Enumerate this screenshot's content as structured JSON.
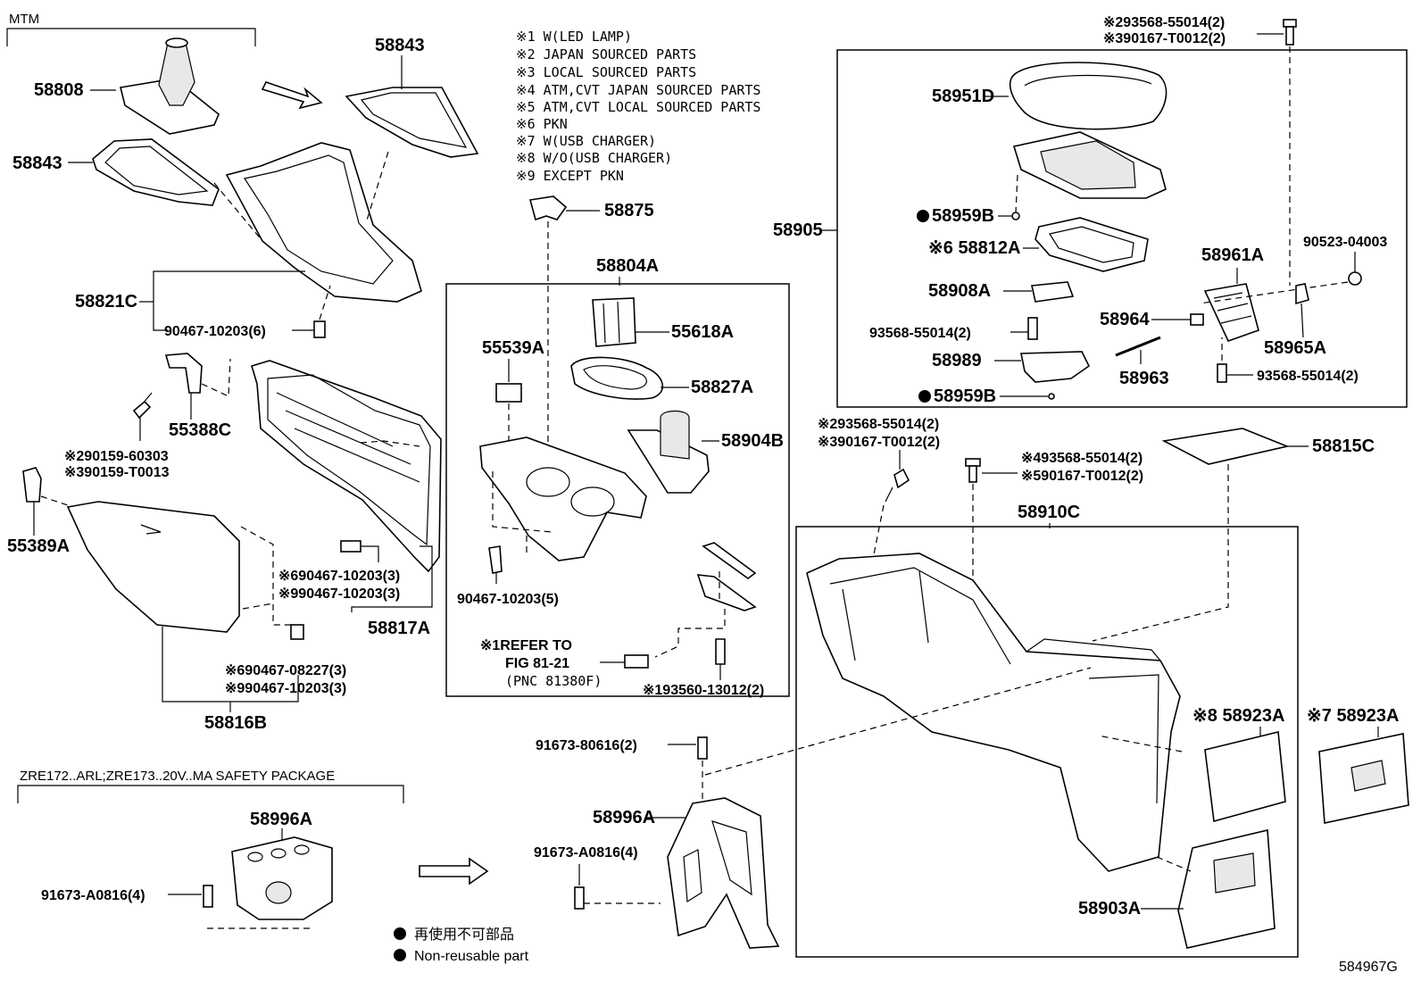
{
  "figure_code": "584967G",
  "group_labels": {
    "mtm": "MTM",
    "safety_package": "ZRE172..ARL;ZRE173..20V..MA SAFETY PACKAGE"
  },
  "notes": [
    "※1 W(LED LAMP)",
    "※2 JAPAN SOURCED PARTS",
    "※3 LOCAL SOURCED PARTS",
    "※4 ATM,CVT JAPAN SOURCED PARTS",
    "※5 ATM,CVT LOCAL SOURCED PARTS",
    "※6 PKN",
    "※7 W(USB CHARGER)",
    "※8 W/O(USB CHARGER)",
    "※9 EXCEPT PKN"
  ],
  "legend": {
    "jp": "再使用不可部品",
    "en": "Non-reusable part"
  },
  "refer_note": {
    "line1": "※1REFER TO",
    "line2": "FIG 81-21",
    "line3": "(PNC 81380F)"
  },
  "parts": {
    "p58808": "58808",
    "p58843a": "58843",
    "p58843b": "58843",
    "p58821c": "58821C",
    "p90467_10203_6": "90467-10203(6)",
    "p55388c": "55388C",
    "p90159_60303": "※290159-60303",
    "p90159_t0013": "※390159-T0013",
    "p55389a": "55389A",
    "p90467_10203_3a": "※690467-10203(3)",
    "p90467_10203_3b": "※990467-10203(3)",
    "p58817a": "58817A",
    "p90467_08227": "※690467-08227(3)",
    "p90467_10203_3c": "※990467-10203(3)",
    "p58816b": "58816B",
    "p58875": "58875",
    "p58804a": "58804A",
    "p55539a": "55539A",
    "p55618a": "55618A",
    "p58827a": "58827A",
    "p58904b": "58904B",
    "p90467_10203_5": "90467-10203(5)",
    "p93560_13012": "※193560-13012(2)",
    "p58905": "58905",
    "p58951d": "58951D",
    "p58959b_top": "58959B",
    "p58812a": "※6 58812A",
    "p58908a": "58908A",
    "p93568_55014_left": "93568-55014(2)",
    "p58989": "58989",
    "p58959b_bot": "58959B",
    "p58961a": "58961A",
    "p90523_04003": "90523-04003",
    "p58964": "58964",
    "p58965a": "58965A",
    "p58963": "58963",
    "p93568_55014_right": "93568-55014(2)",
    "top_bolt_1": "※293568-55014(2)",
    "top_bolt_2": "※390167-T0012(2)",
    "mid_bolt_1": "※293568-55014(2)",
    "mid_bolt_2": "※390167-T0012(2)",
    "mid_bolt_3": "※493568-55014(2)",
    "mid_bolt_4": "※590167-T0012(2)",
    "p58815c": "58815C",
    "p58910c": "58910C",
    "p58923a_8": "※8 58923A",
    "p58923a_7": "※7 58923A",
    "p58903a": "58903A",
    "p91673_80616": "91673-80616(2)",
    "p58996a_mid": "58996A",
    "p91673_a0816_mid": "91673-A0816(4)",
    "p58996a_left": "58996A",
    "p91673_a0816_left": "91673-A0816(4)"
  }
}
